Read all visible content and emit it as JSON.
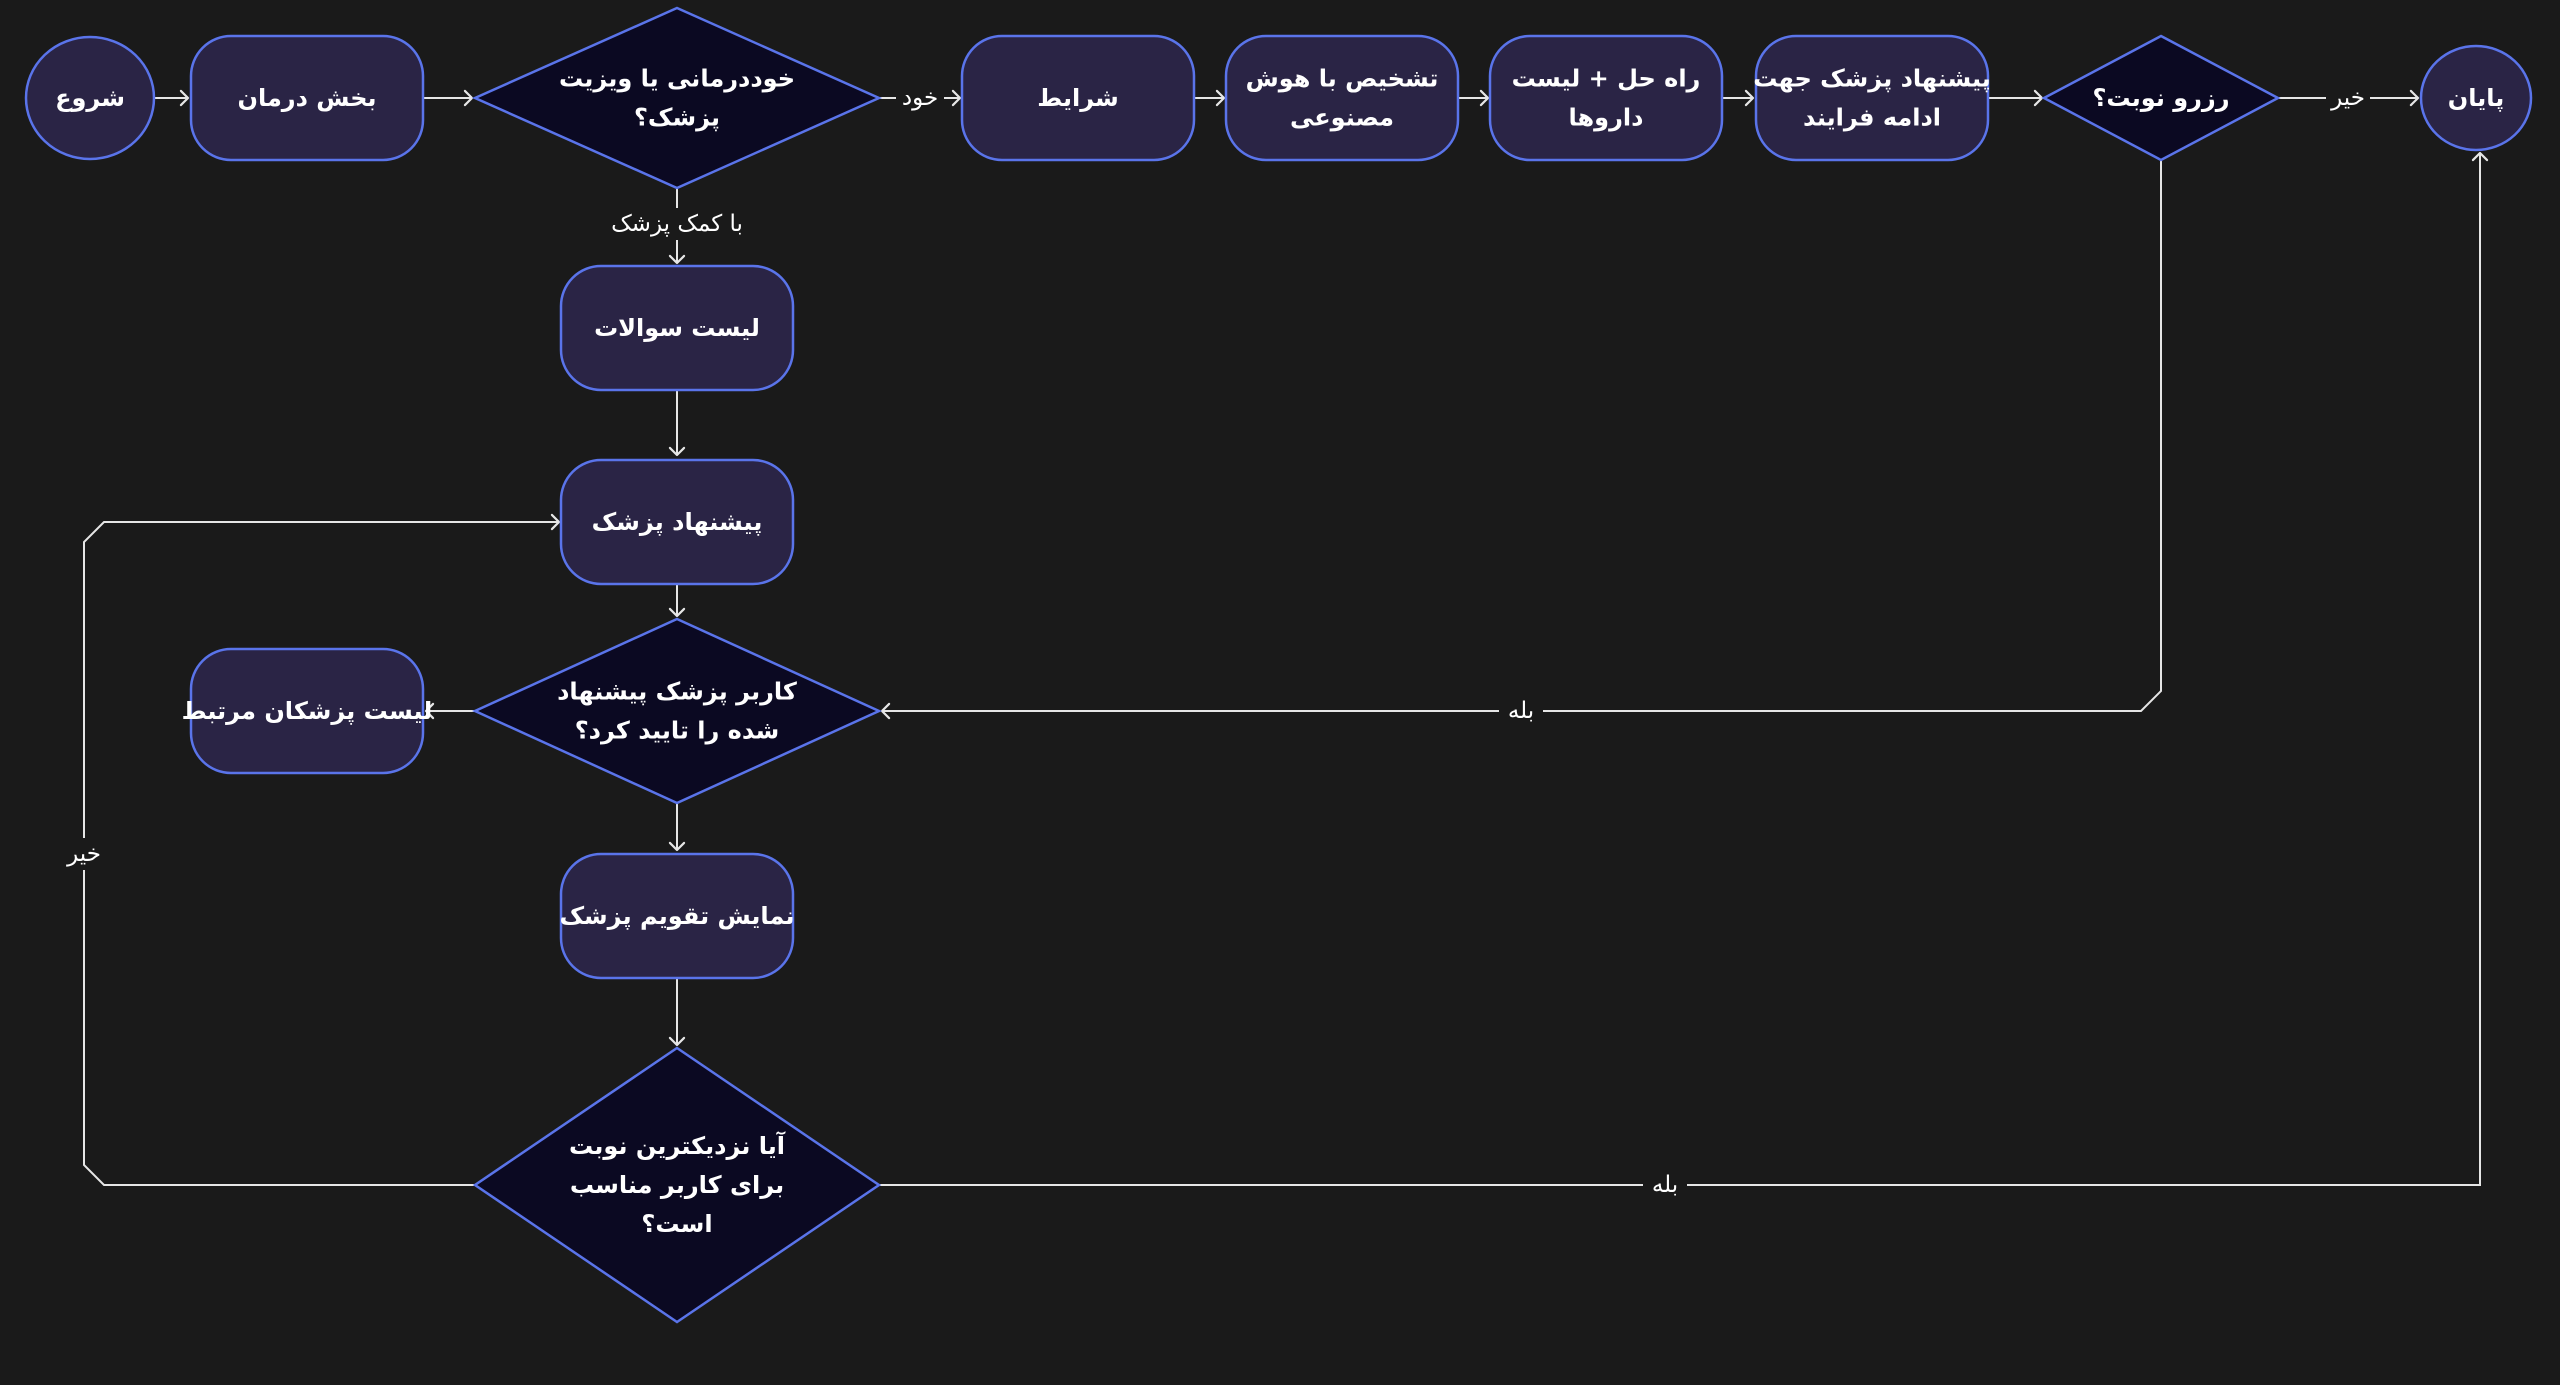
{
  "colors": {
    "background": "#1a1a1a",
    "node_fill": "#2a2445",
    "decision_fill": "#0b0922",
    "node_border": "#5a74ea",
    "edge": "#e6e6e6",
    "text": "#ffffff"
  },
  "nodes": {
    "start": [
      "شروع"
    ],
    "treatment": [
      "بخش درمان"
    ],
    "self_or_doctor": [
      "خوددرمانی یا ویزیت",
      "پزشک؟"
    ],
    "conditions": [
      "شرایط"
    ],
    "ai_diagnosis": [
      "تشخیص با هوش",
      "مصنوعی"
    ],
    "solution_meds": [
      "راه حل + لیست",
      "داروها"
    ],
    "suggest_doctor_continue": [
      "پیشنهاد پزشک جهت",
      "ادامه فرایند"
    ],
    "book_appointment": [
      "رزرو نوبت؟"
    ],
    "end": [
      "پایان"
    ],
    "questions_list": [
      "لیست سوالات"
    ],
    "doctor_suggestion": [
      "پیشنهاد پزشک"
    ],
    "user_approved": [
      "کاربر پزشک پیشنهاد",
      "شده را تایید کرد؟"
    ],
    "related_doctors": [
      "لیست پزشکان مرتبط"
    ],
    "doctor_calendar": [
      "نمایش تقویم پزشک"
    ],
    "nearest_slot_ok": [
      "آیا نزدیکترین نوبت",
      "برای کاربر مناسب",
      "است؟"
    ]
  },
  "edge_labels": {
    "self": "خود",
    "with_doctor": "با کمک پزشک",
    "no_top": "خیر",
    "yes_mid": "بله",
    "no_left": "خیر",
    "yes_bottom": "بله"
  }
}
